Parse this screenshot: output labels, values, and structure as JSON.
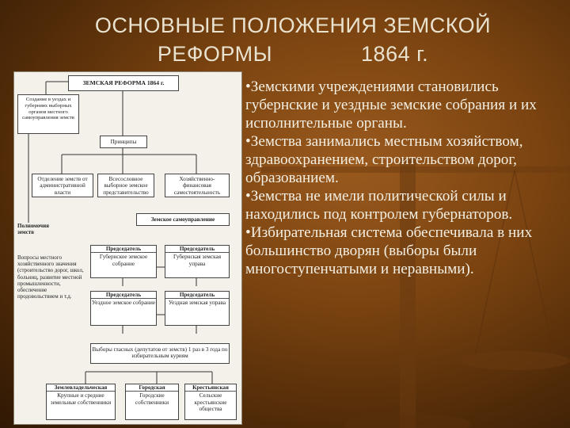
{
  "slide": {
    "title_line1": "ОСНОВНЫЕ ПОЛОЖЕНИЯ ЗЕМСКОЙ",
    "title_line2_a": "РЕФОРМЫ",
    "title_line2_b": "1864 г.",
    "bullets": [
      "•Земскими учреждениями становились губернские и уездные земские собрания и их исполнительные органы.",
      "•Земства занимались местным хозяйством, здравоохранением, строительством дорог, образованием.",
      "•Земства не имели политической силы и находились под контролем губернаторов.",
      "•Избирательная система обеспечивала в них большинство дворян (выборы были многоступенчатыми и неравными)."
    ]
  },
  "diagram": {
    "head": "ЗЕМСКАЯ РЕФОРМА 1864 г.",
    "left_top": "Создание в уездах и губерниях выборных органов местного самоуправления земств",
    "principles": "Принципы",
    "p1": "Отделение земств от административной власти",
    "p2": "Всесословное выборное земское представительство",
    "p3": "Хозяйственно-финансовая самостоятельность земств",
    "selfgov": "Земское самоуправление",
    "powers_title": "Полномочия земств",
    "powers_text": "Вопросы местного хозяйственного значения (строительство дорог, школ, больниц, развитие местной промышленности, обеспечение продовольствием и т.д.",
    "chair1": "Председатель",
    "gub_sobranie": "Губернское земское собрание",
    "chair2": "Председатель",
    "gub_uprava": "Губернская земская управа",
    "chair3": "Председатель",
    "uezd_sobranie": "Уездное земское собрание",
    "chair4": "Председатель",
    "uezd_uprava": "Уездная земская управа",
    "elections": "Выборы гласных (депутатов от земств) 1 раз в 3 года по избирательным куриям",
    "curia1_title": "Землевладельческая",
    "curia1_text": "Крупные и средние земельные собственники",
    "curia2_title": "Городская",
    "curia2_text": "Городские собственники",
    "curia3_title": "Крестьянская",
    "curia3_text": "Сельские крестьянские общества"
  }
}
